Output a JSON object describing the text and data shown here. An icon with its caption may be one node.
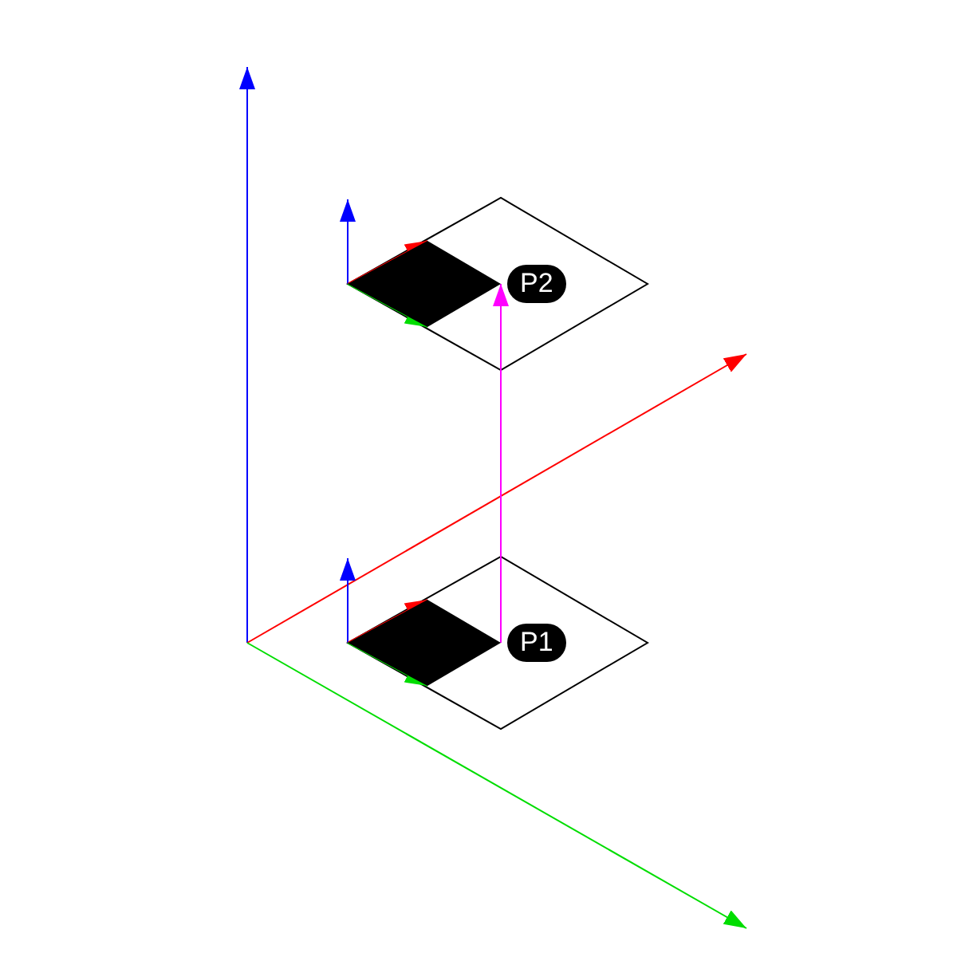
{
  "diagram": {
    "nodes": [
      {
        "text": [],
        "shape": "diamond",
        "beside": [
          "P1"
        ]
      },
      {
        "text": [],
        "shape": "diamond",
        "beside": [
          "P2"
        ]
      }
    ],
    "edges": [
      {
        "from": 0,
        "to": 1,
        "arrow": "to"
      }
    ]
  }
}
